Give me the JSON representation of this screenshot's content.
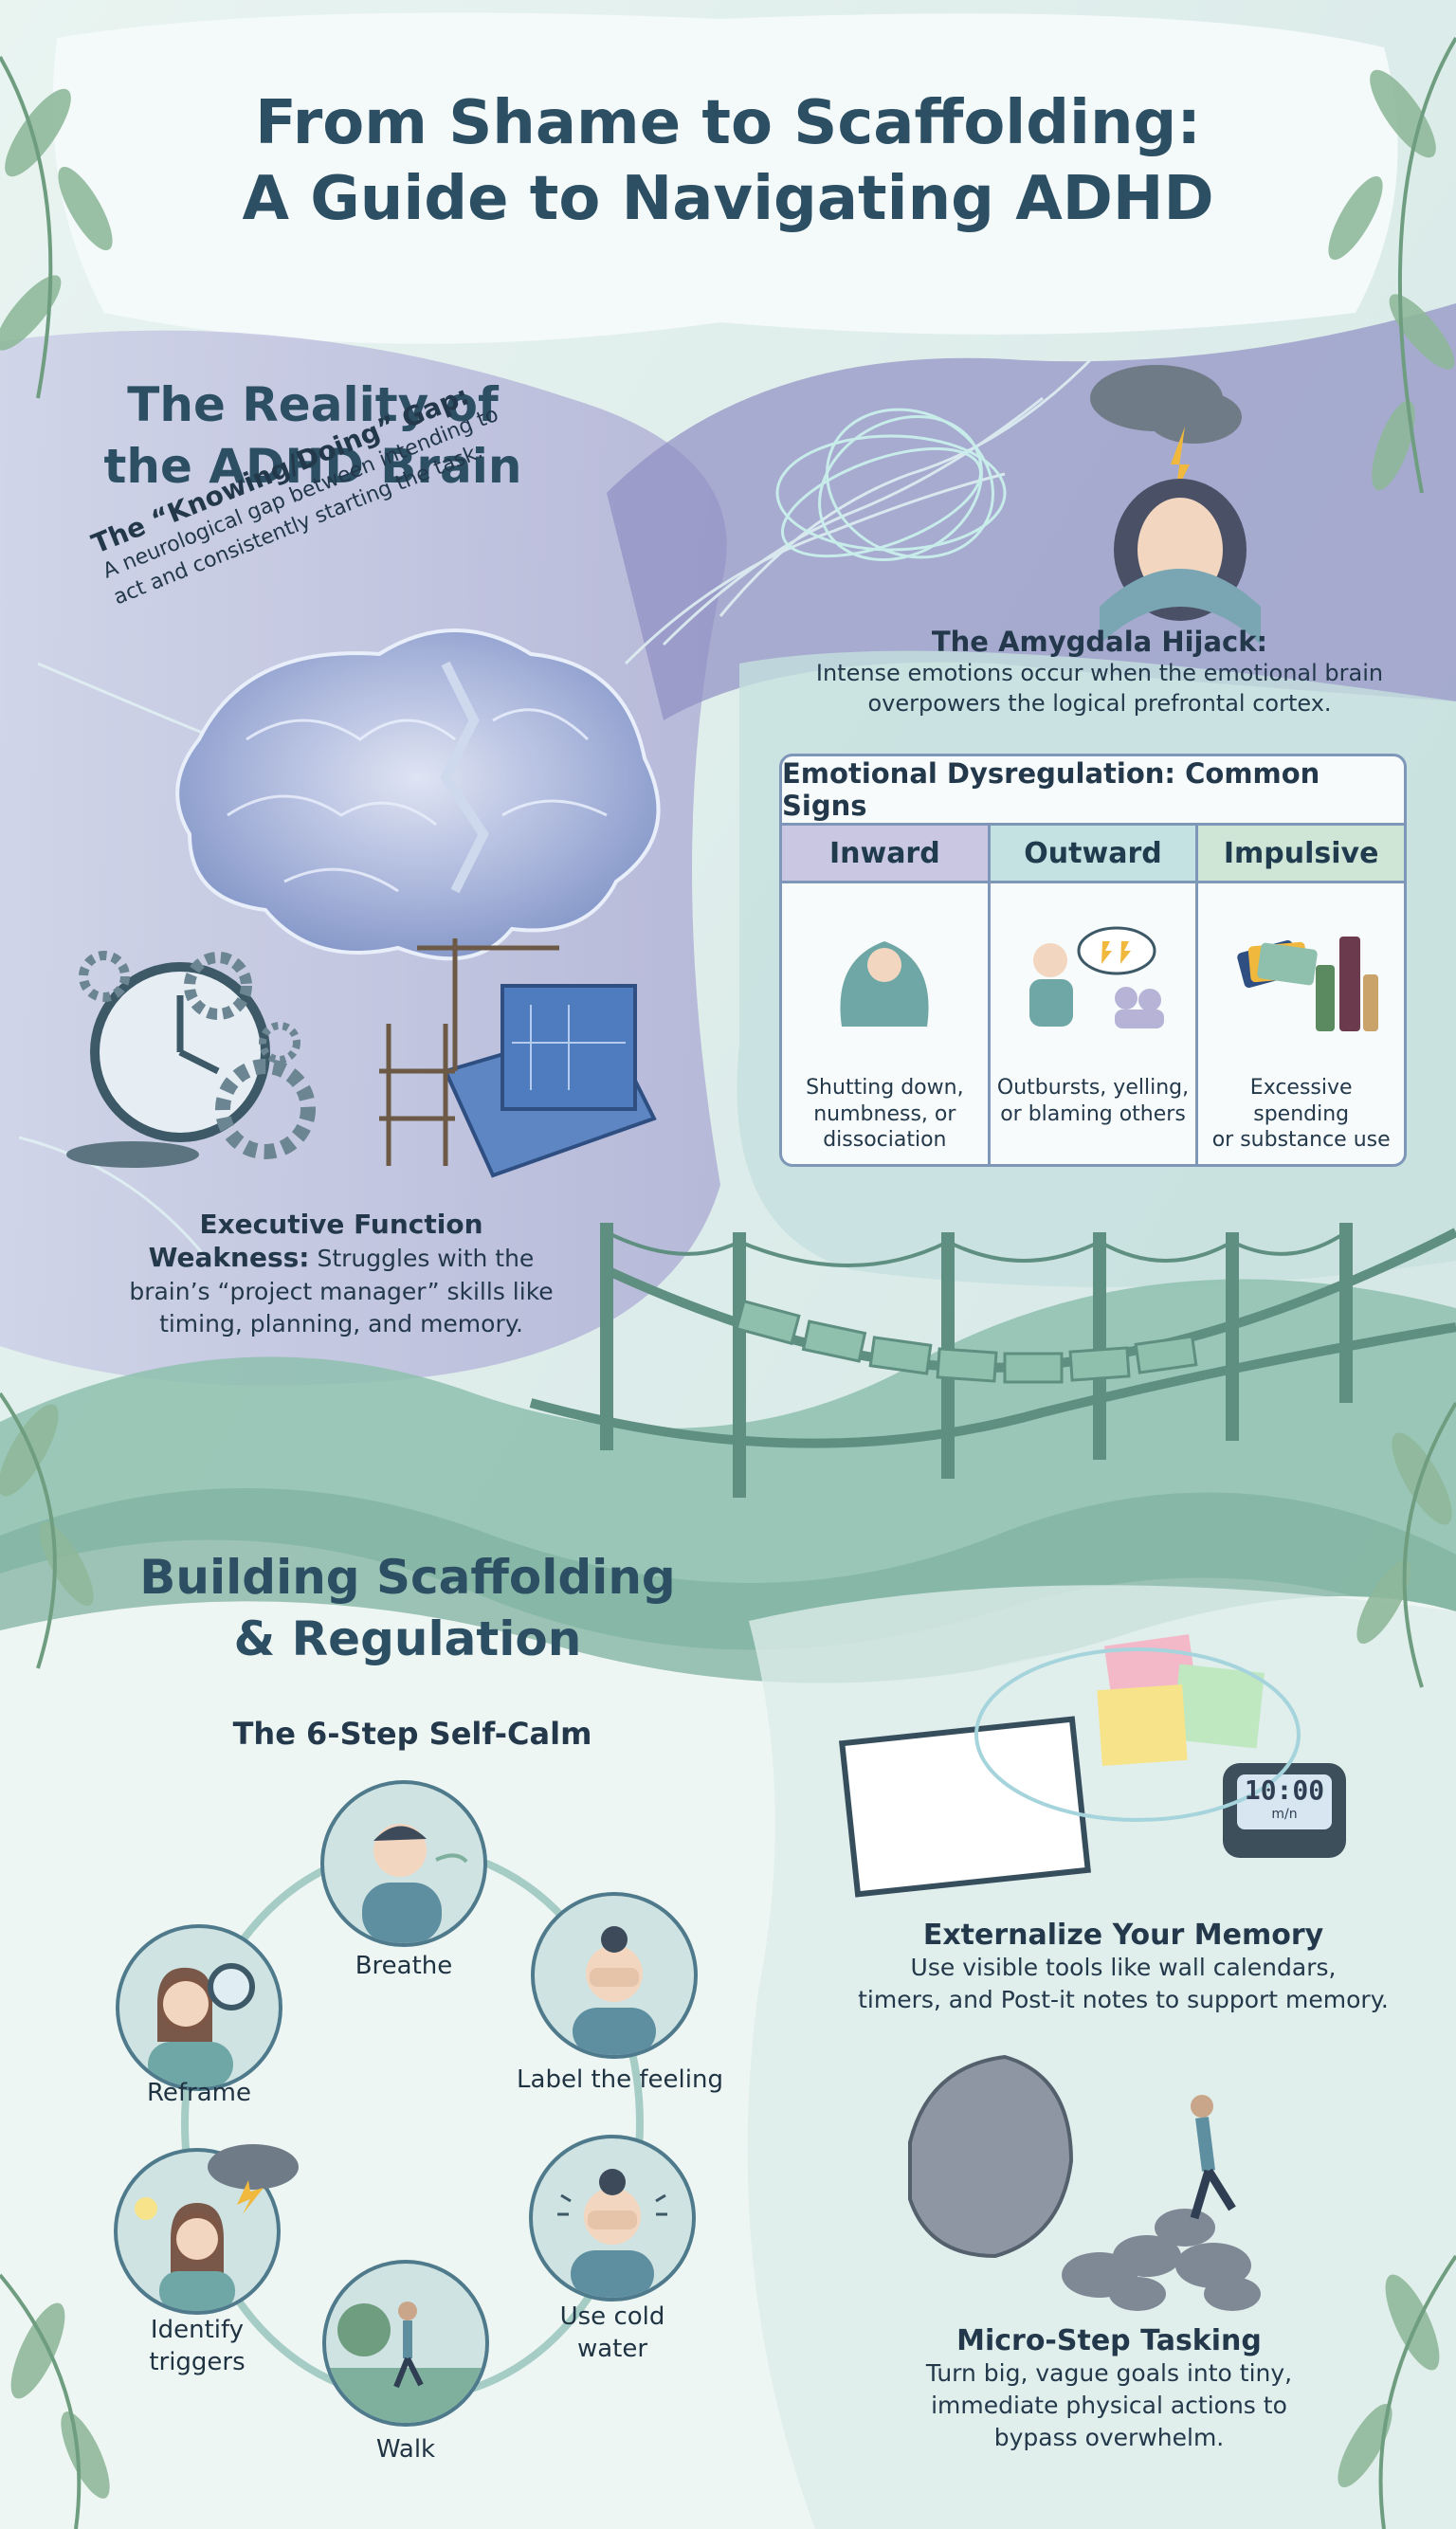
{
  "header": {
    "title_line1": "From Shame to Scaffolding:",
    "title_line2_prefix": "A Guide to Navigating",
    "title_line2_emph": "ADHD"
  },
  "reality": {
    "heading_line1": "The Reality of",
    "heading_line2": "the ADHD Brain",
    "gap": {
      "title": "The “Knowing/Doing” Gap:",
      "desc_line1": "A neurological gap between intending to",
      "desc_line2": "act and consistently starting the task."
    },
    "amygdala": {
      "title": "The Amygdala Hijack:",
      "desc_line1": "Intense emotions occur when the emotional brain",
      "desc_line2": "overpowers the logical prefrontal cortex."
    },
    "executive": {
      "title_line1": "Executive Function",
      "title_line2": "Weakness:",
      "desc_part": "Struggles with the",
      "desc_line2": "brain’s “project manager” skills like",
      "desc_line3": "timing, planning, and memory."
    }
  },
  "dysregulation": {
    "title": "Emotional Dysregulation: Common Signs",
    "columns": [
      {
        "header": "Inward",
        "line1": "Shutting down,",
        "line2": "numbness, or",
        "line3": "dissociation",
        "color": "#c9c7e2"
      },
      {
        "header": "Outward",
        "line1": "Outbursts, yelling,",
        "line2": "or blaming others",
        "line3": "",
        "color": "#c3e2e1"
      },
      {
        "header": "Impulsive",
        "line1": "Excessive spending",
        "line2": "or substance use",
        "line3": "",
        "color": "#cfe6d6"
      }
    ]
  },
  "scaffolding": {
    "heading_line1": "Building Scaffolding",
    "heading_line2": "& Regulation",
    "selfcalm_title": "The 6-Step Self-Calm",
    "steps": {
      "breathe": "Breathe",
      "label": "Label the feeling",
      "reframe": "Reframe",
      "cold_line1": "Use cold",
      "cold_line2": "water",
      "triggers_line1": "Identify",
      "triggers_line2": "triggers",
      "walk": "Walk"
    },
    "memory": {
      "title": "Externalize Your Memory",
      "desc_line1": "Use visible tools like wall calendars,",
      "desc_line2": "timers, and Post-it notes to support memory.",
      "timer_display": "10:00",
      "timer_unit": "m/n"
    },
    "micro": {
      "title": "Micro-Step Tasking",
      "desc_line1": "Turn big, vague goals into tiny,",
      "desc_line2": "immediate physical actions to",
      "desc_line3": "bypass overwhelm."
    }
  },
  "colors": {
    "ink": "#23384a",
    "heading": "#2c4f63",
    "border": "#7e97b8",
    "leaf": "#8fb89a",
    "water": "#b8d3d8"
  }
}
